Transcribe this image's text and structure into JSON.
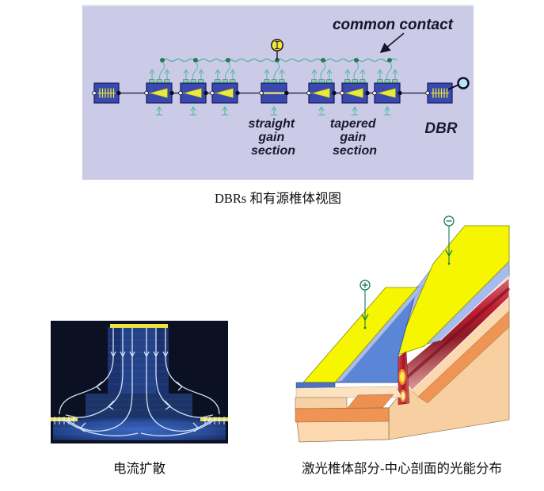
{
  "captions": {
    "fig1": "DBRs 和有源椎体视图",
    "fig2": "电流扩散",
    "fig3": "激光椎体部分-中心剖面的光能分布"
  },
  "figure1": {
    "title": "DBR and active taper array schematic",
    "common_contact_label": "common contact",
    "straight_label": [
      "straight",
      "gain",
      "section"
    ],
    "tapered_label": [
      "tapered",
      "gain",
      "section"
    ],
    "dbr_label": "DBR",
    "current_source_symbol": "I",
    "colors": {
      "panel_bg": "#cbcbe8",
      "box_blue": "#3a49ae",
      "taper_yellow": "#e9e93c",
      "bus_teal": "#53b09a",
      "contact_pad_green": "#86cfa8",
      "output_port_blue": "#b8e4f2"
    }
  },
  "figure2": {
    "title": "current spreading cross-section",
    "colors": {
      "background": "#0b1023",
      "mesa_blue": "#2c52a4",
      "contact_yellow": "#f2e23c",
      "streamline_white": "#dcebff"
    }
  },
  "figure3": {
    "title": "laser taper 3D light-distribution view",
    "plus_symbol": "+",
    "minus_symbol": "−",
    "colors": {
      "electrode_yellow": "#f6f600",
      "waveguide_blue": "#5b86d8",
      "waveguide_blue_light": "#a7bcec",
      "substrate_peach": "#fbd8ad",
      "substrate_orange": "#ef9454",
      "optical_mode_red": "#c21f32",
      "terminal_marker_green": "#167a52"
    }
  }
}
